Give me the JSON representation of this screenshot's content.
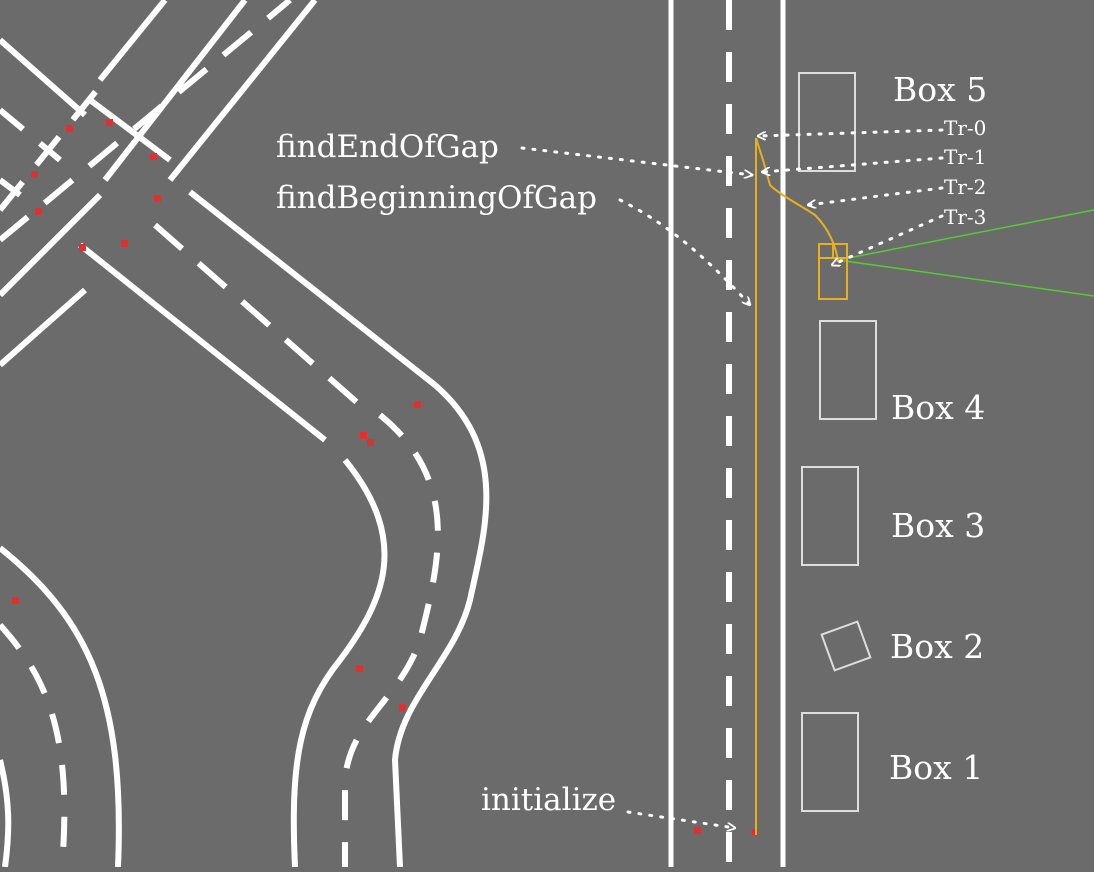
{
  "colors": {
    "background": "#6b6b6b",
    "road_line": "#ffffff",
    "trajectory": "#e8b020",
    "detection_dot": "#e03030",
    "sensor_ray": "#55cc33",
    "box_outline": "#dddddd"
  },
  "functions": {
    "find_end": "findEndOfGap",
    "find_begin": "findBeginningOfGap",
    "initialize": "initialize"
  },
  "trajectory_points": [
    "Tr-0",
    "Tr-1",
    "Tr-2",
    "Tr-3"
  ],
  "boxes": [
    "Box 5",
    "Box 4",
    "Box 3",
    "Box 2",
    "Box 1"
  ]
}
